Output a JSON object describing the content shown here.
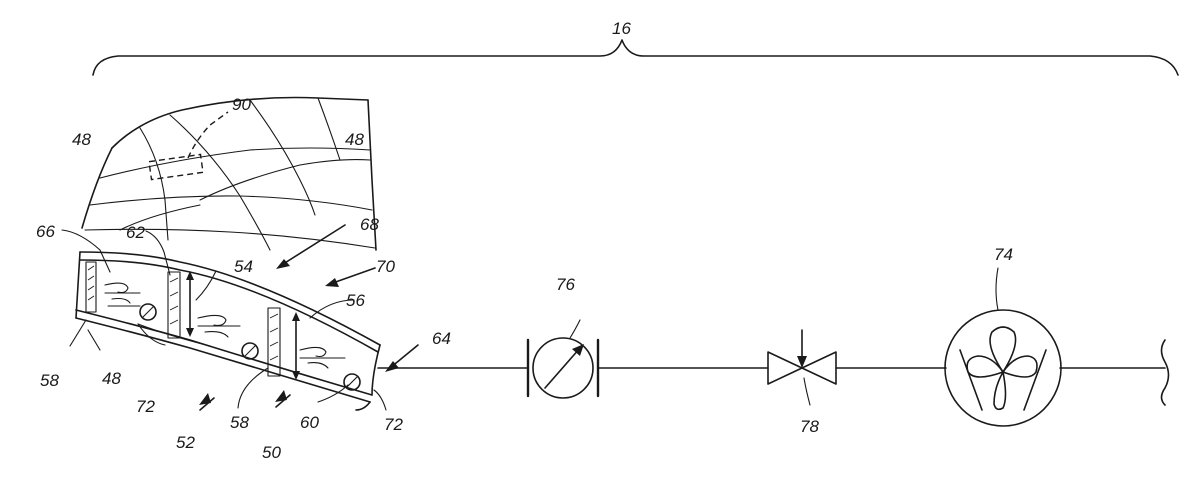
{
  "labels": {
    "l16": "16",
    "l90": "90",
    "l48a": "48",
    "l48b": "48",
    "l48c": "48",
    "l66": "66",
    "l62": "62",
    "l68": "68",
    "l70": "70",
    "l54": "54",
    "l56": "56",
    "l64": "64",
    "l76": "76",
    "l74": "74",
    "l58a": "58",
    "l58b": "58",
    "l72a": "72",
    "l72b": "72",
    "l52": "52",
    "l50": "50",
    "l60": "60",
    "l78": "78"
  }
}
